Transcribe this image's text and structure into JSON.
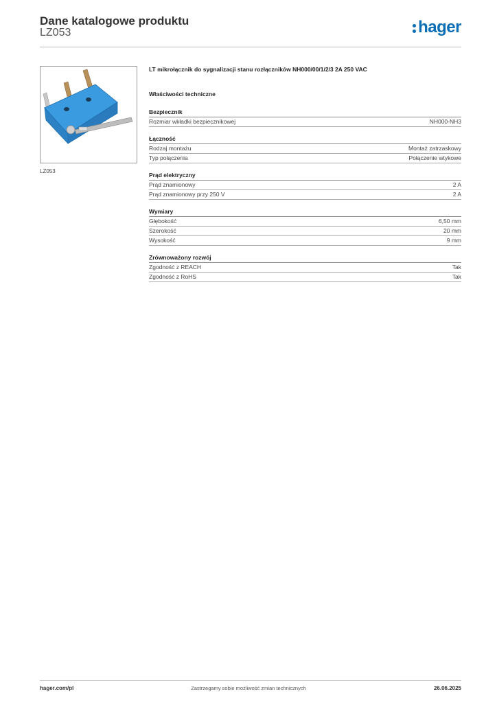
{
  "header": {
    "title": "Dane katalogowe produktu",
    "product_code": "LZ053",
    "logo_text": "hager"
  },
  "image": {
    "caption": "LZ053",
    "icon": "microswitch-product-image"
  },
  "product": {
    "description": "LT mikrołącznik do sygnalizacji stanu rozłączników NH000/00/1/2/3 2A 250 VAC",
    "properties_title": "Właściwości techniczne"
  },
  "sections": [
    {
      "title": "Bezpiecznik",
      "rows": [
        {
          "label": "Rozmiar wkładki bezpiecznikowej",
          "value": "NH000-NH3"
        }
      ]
    },
    {
      "title": "Łączność",
      "rows": [
        {
          "label": "Rodzaj montażu",
          "value": "Montaż zatrzaskowy"
        },
        {
          "label": "Typ połączenia",
          "value": "Połączenie wtykowe"
        }
      ]
    },
    {
      "title": "Prąd elektryczny",
      "rows": [
        {
          "label": "Prąd znamionowy",
          "value": "2 A"
        },
        {
          "label": "Prąd znamionowy przy 250 V",
          "value": "2 A"
        }
      ]
    },
    {
      "title": "Wymiary",
      "rows": [
        {
          "label": "Głębokość",
          "value": "6,50 mm"
        },
        {
          "label": "Szerokość",
          "value": "20 mm"
        },
        {
          "label": "Wysokość",
          "value": "9 mm"
        }
      ]
    },
    {
      "title": "Zrównoważony rozwój",
      "rows": [
        {
          "label": "Zgodność z REACH",
          "value": "Tak"
        },
        {
          "label": "Zgodność z RoHS",
          "value": "Tak"
        }
      ]
    }
  ],
  "footer": {
    "website": "hager.com/pl",
    "disclaimer": "Zastrzegamy sobie możliwość zmian technicznych",
    "date": "26.06.2025"
  },
  "colors": {
    "brand": "#0b6db4",
    "product_body": "#3a9be0"
  }
}
